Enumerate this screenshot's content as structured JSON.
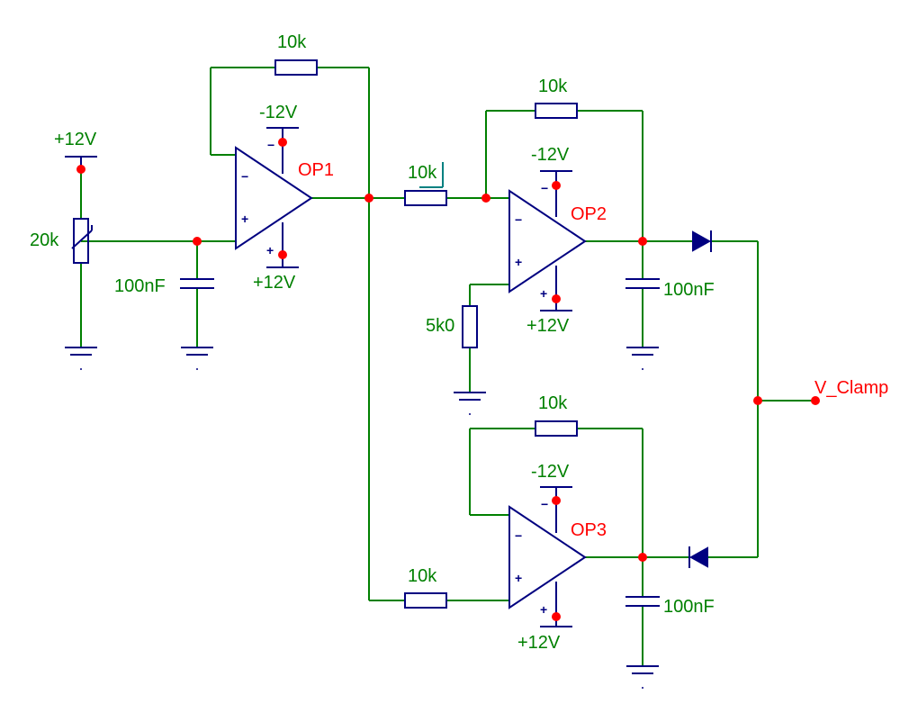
{
  "colors": {
    "wire": "#008000",
    "component": "#000080",
    "junction": "#ff0000",
    "label_green": "#008000",
    "label_red": "#ff0000",
    "background": "#ffffff"
  },
  "opamps": [
    {
      "name": "OP1",
      "supply_neg": "-12V",
      "supply_pos": "+12V",
      "minus_sign": "−",
      "plus_sign": "+"
    },
    {
      "name": "OP2",
      "supply_neg": "-12V",
      "supply_pos": "+12V",
      "minus_sign": "−",
      "plus_sign": "+"
    },
    {
      "name": "OP3",
      "supply_neg": "-12V",
      "supply_pos": "+12V",
      "minus_sign": "−",
      "plus_sign": "+"
    }
  ],
  "resistors": {
    "op1_feedback": "10k",
    "op2_input": "10k",
    "op2_feedback": "10k",
    "op2_bias": "5k0",
    "op3_input": "10k",
    "op3_feedback": "10k",
    "pot": "20k"
  },
  "capacitors": {
    "input": "100nF",
    "op2_output": "100nF",
    "op3_output": "100nF"
  },
  "sources": {
    "pot_supply": "+12V"
  },
  "output": {
    "label": "V_Clamp"
  }
}
